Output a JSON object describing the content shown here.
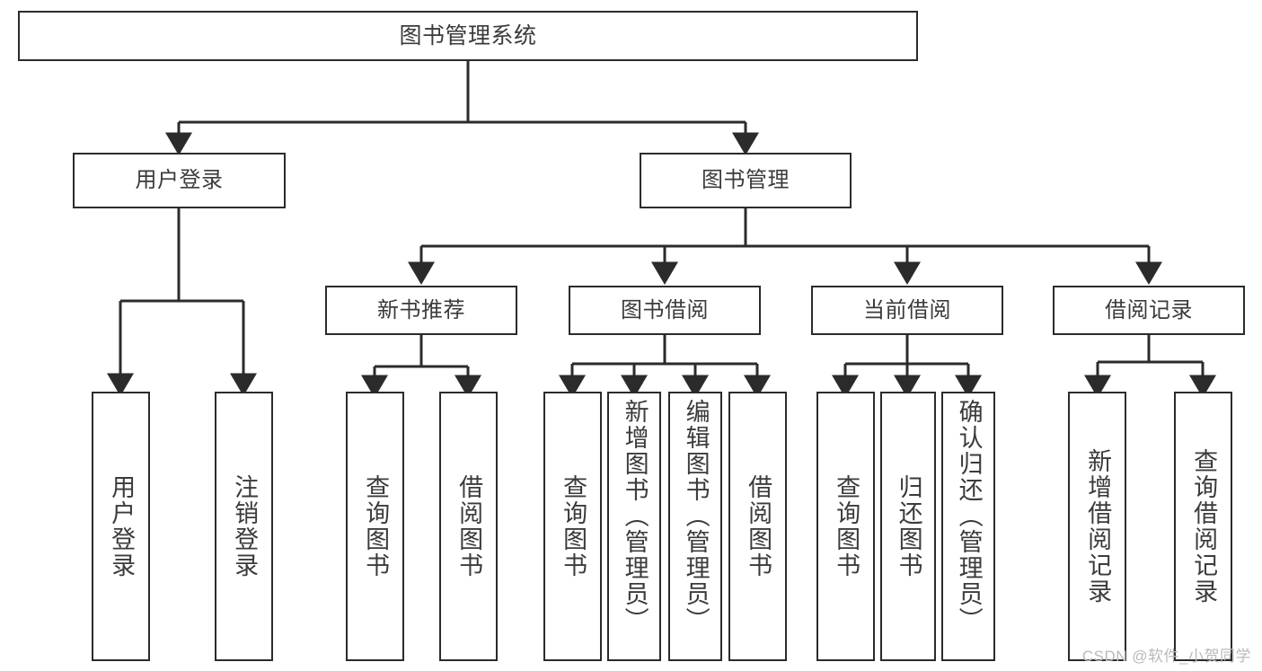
{
  "diagram": {
    "title": "图书管理系统",
    "watermark": "CSDN @软件_小贺同学",
    "colors": {
      "box_border": "#2b2b2b",
      "edge": "#2b2b2b",
      "text": "#3b3b3b",
      "background": "#ffffff",
      "watermark": "#b9b9b9"
    },
    "nodes": {
      "root": {
        "label": "图书管理系统"
      },
      "level1": [
        {
          "label": "用户登录"
        },
        {
          "label": "图书管理"
        }
      ],
      "level2": [
        {
          "label": "新书推荐"
        },
        {
          "label": "图书借阅"
        },
        {
          "label": "当前借阅"
        },
        {
          "label": "借阅记录"
        }
      ],
      "leaves": {
        "user_login": [
          {
            "label": "用户登录"
          },
          {
            "label": "注销登录"
          }
        ],
        "new_book_recommend": [
          {
            "label": "查询图书"
          },
          {
            "label": "借阅图书"
          }
        ],
        "book_borrow": [
          {
            "label": "查询图书"
          },
          {
            "label": "新增图书（管理员）"
          },
          {
            "label": "编辑图书（管理员）"
          },
          {
            "label": "借阅图书"
          }
        ],
        "current_borrow": [
          {
            "label": "查询图书"
          },
          {
            "label": "归还图书"
          },
          {
            "label": "确认归还（管理员）"
          }
        ],
        "borrow_record": [
          {
            "label": "新增借阅记录"
          },
          {
            "label": "查询借阅记录"
          }
        ]
      }
    }
  }
}
